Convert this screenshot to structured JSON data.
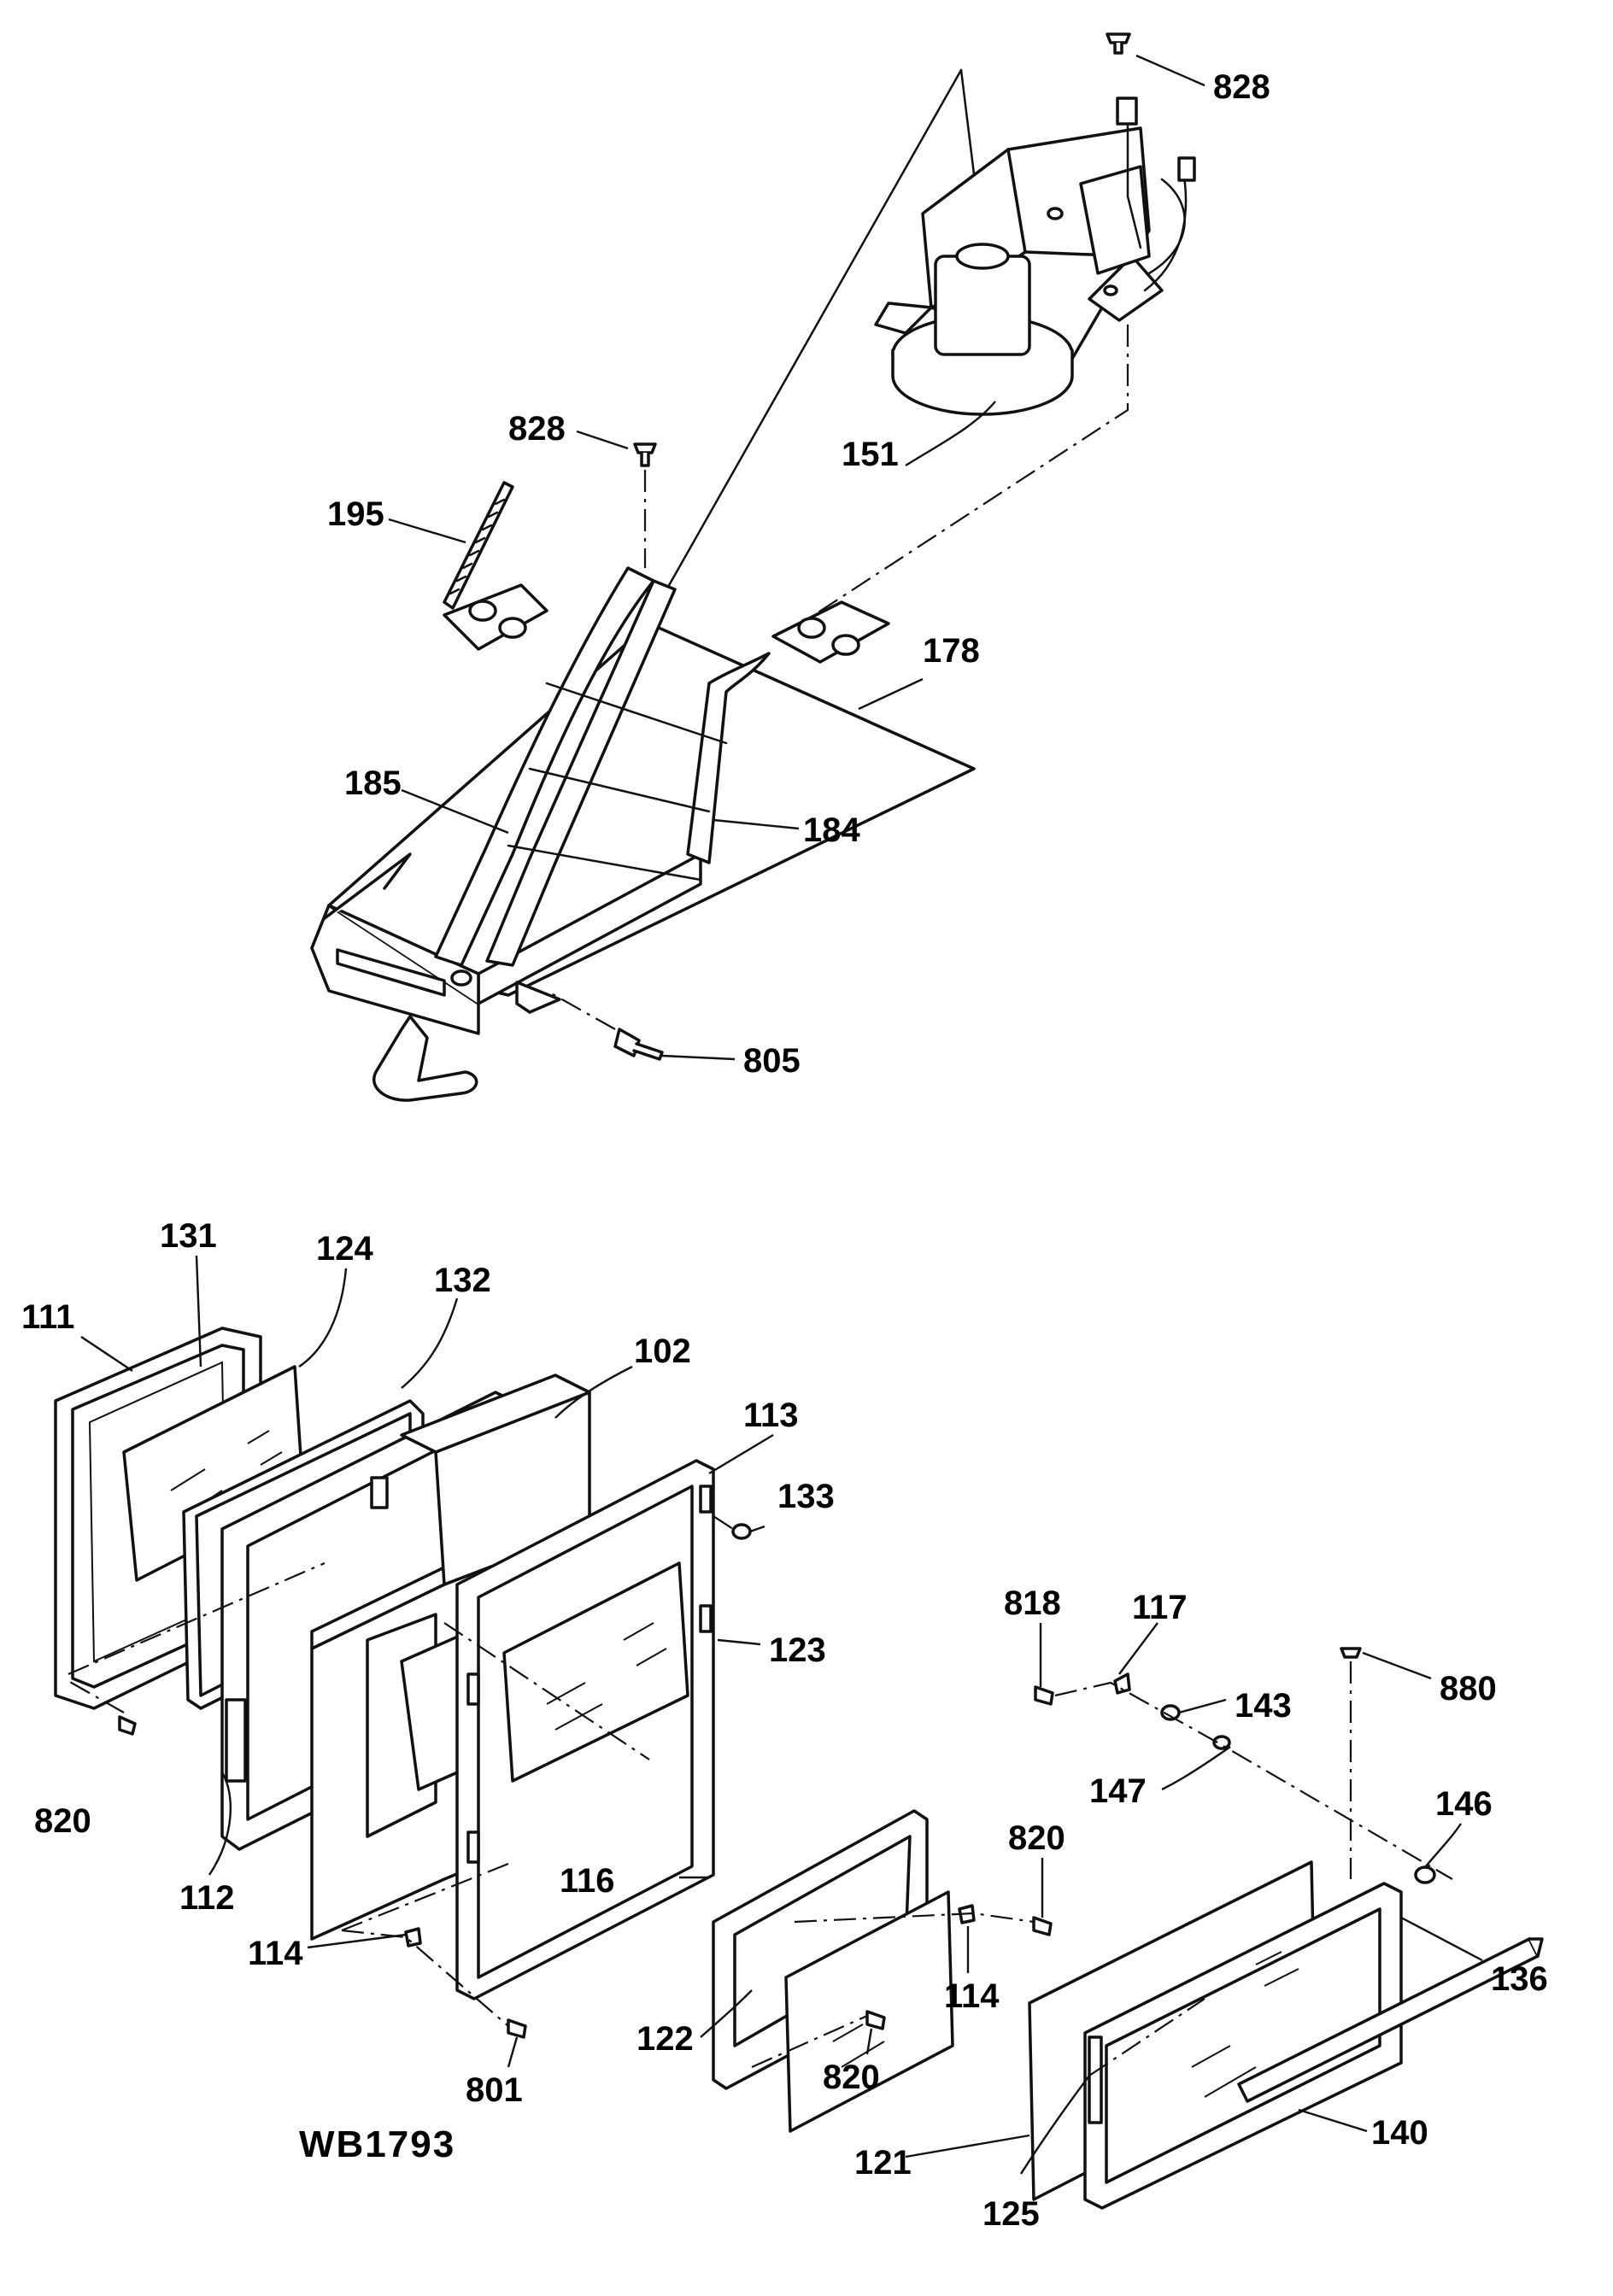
{
  "drawing_code": "WB1793",
  "callouts": {
    "c828a": "828",
    "c151": "151",
    "c828b": "828",
    "c195": "195",
    "c178": "178",
    "c185": "185",
    "c184": "184",
    "c805": "805",
    "c131": "131",
    "c124": "124",
    "c132": "132",
    "c111": "111",
    "c102": "102",
    "c113": "113",
    "c133": "133",
    "c818": "818",
    "c117": "117",
    "c123": "123",
    "c143": "143",
    "c880": "880",
    "c820a": "820",
    "c820b": "820",
    "c147": "147",
    "c146": "146",
    "c112": "112",
    "c116": "116",
    "c114a": "114",
    "c114b": "114",
    "c136": "136",
    "c801": "801",
    "c122": "122",
    "c820c": "820",
    "c121": "121",
    "c140": "140",
    "c125": "125"
  }
}
